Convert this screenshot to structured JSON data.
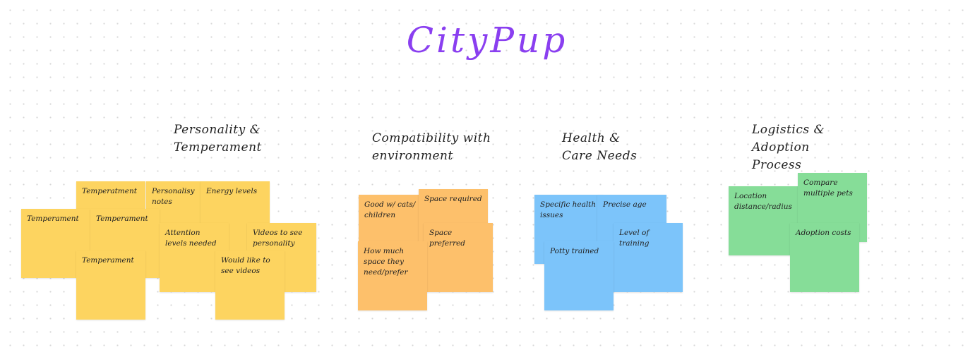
{
  "board": {
    "title": "CityPup",
    "title_color": "#8a3ff0"
  },
  "groups": [
    {
      "heading": "Personality &\nTemperament",
      "color": "#fdd460",
      "notes": [
        "Temperatment",
        "Personalisy notes",
        "Energy levels",
        "Temperament",
        "Temperament",
        "Attention levels needed",
        "Videos to see personality",
        "Temperament",
        "Would like to see videos"
      ]
    },
    {
      "heading": "Compatibility with\nenvironment",
      "color": "#fdc06b",
      "notes": [
        "Good w/ cats/ children",
        "Space required",
        "Space preferred",
        "How much space they need/prefer"
      ]
    },
    {
      "heading": "Health &\nCare Needs",
      "color": "#7cc4fa",
      "notes": [
        "Specific health issues",
        "Precise age",
        "Level of training",
        "Potty trained"
      ]
    },
    {
      "heading": "Logistics &\nAdoption\nProcess",
      "color": "#86dd98",
      "notes": [
        "Location distance/radius",
        "Compare multiple pets",
        "Adoption costs"
      ]
    }
  ]
}
